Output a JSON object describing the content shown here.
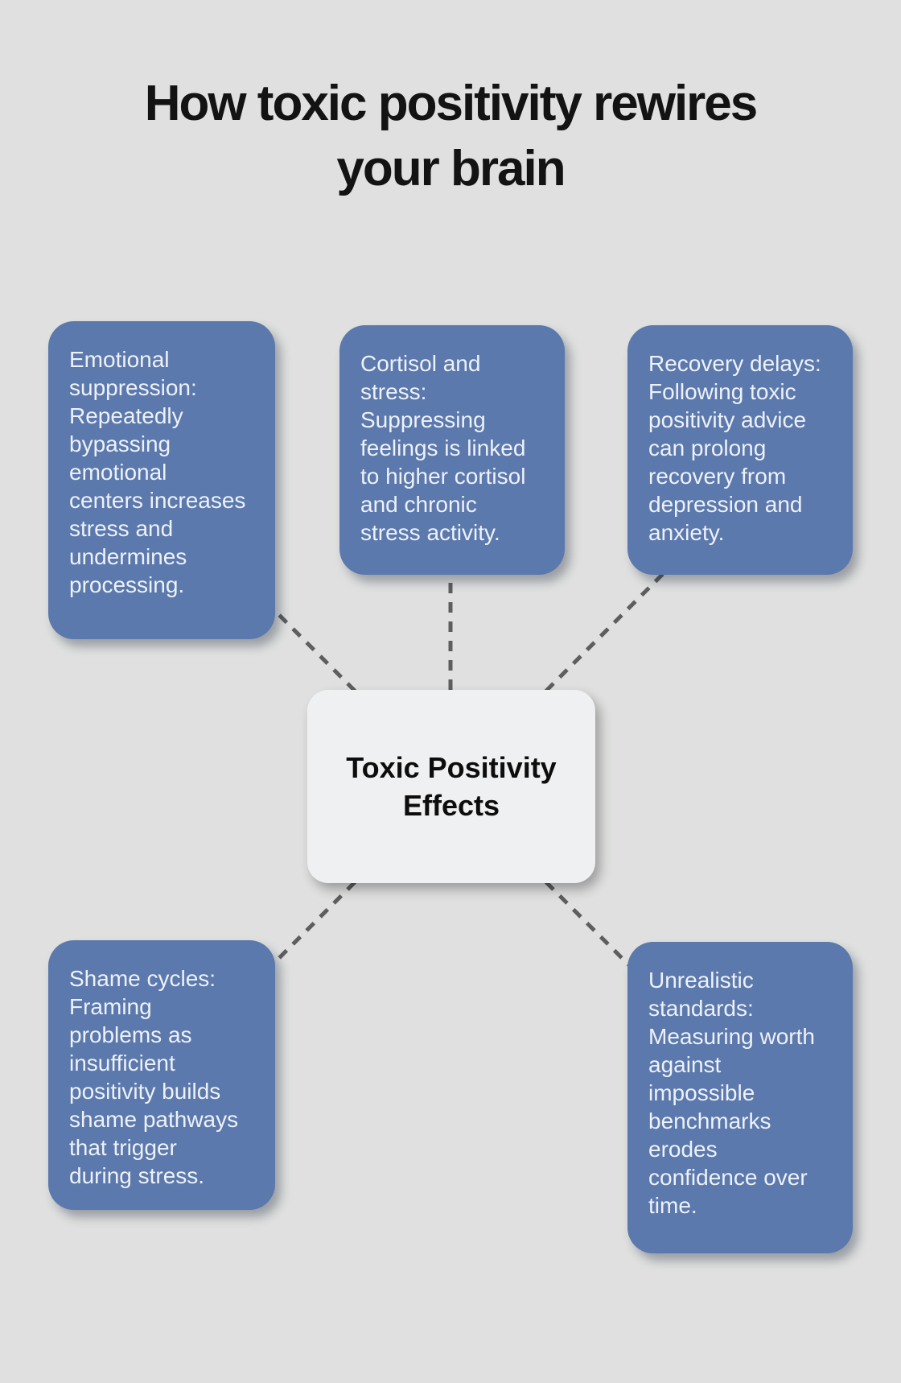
{
  "page": {
    "title_lines": [
      "How toxic positivity rewires",
      "your brain"
    ]
  },
  "center": {
    "label_lines": [
      "Toxic Positivity",
      "Effects"
    ]
  },
  "nodes": [
    {
      "id": "emotional-suppression",
      "lines": [
        "Emotional",
        "suppression:",
        "Repeatedly",
        "bypassing",
        "emotional",
        "centers increases",
        "stress and",
        "undermines",
        "processing."
      ]
    },
    {
      "id": "cortisol-and-stress",
      "lines": [
        "Cortisol and",
        "stress:",
        "Suppressing",
        "feelings is linked",
        "to higher cortisol",
        "and chronic",
        "stress activity."
      ]
    },
    {
      "id": "recovery-delays",
      "lines": [
        "Recovery delays:",
        "Following toxic",
        "positivity advice",
        "can prolong",
        "recovery from",
        "depression and",
        "anxiety."
      ]
    },
    {
      "id": "shame-cycles",
      "lines": [
        "Shame cycles:",
        "Framing",
        "problems as",
        "insufficient",
        "positivity builds",
        "shame pathways",
        "that trigger",
        "during stress."
      ]
    },
    {
      "id": "unrealistic-standards",
      "lines": [
        "Unrealistic",
        "standards:",
        "Measuring worth",
        "against",
        "impossible",
        "benchmarks",
        "erodes",
        "confidence over",
        "time."
      ]
    }
  ],
  "colors": {
    "background": "#dfe0df",
    "node_fill": "#5b79ac",
    "node_text": "#eef1f8",
    "center_fill": "#eff0f2",
    "center_text": "#0d0d0d",
    "title_text": "#131313",
    "connector": "#5e5e5e"
  }
}
